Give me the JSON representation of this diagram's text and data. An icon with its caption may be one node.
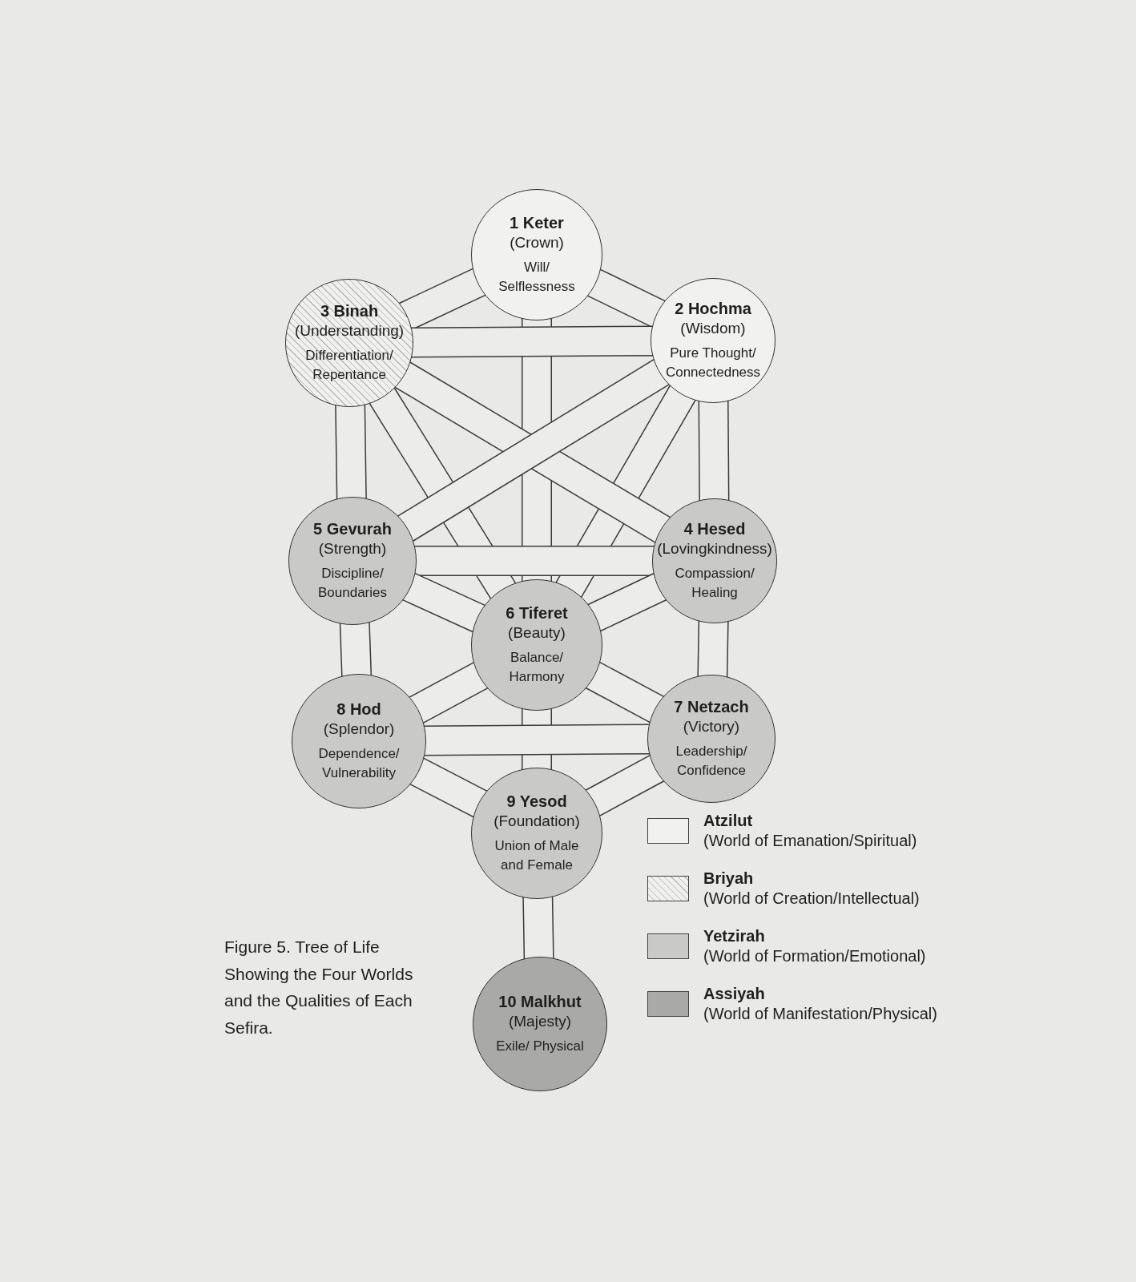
{
  "diagram": {
    "nodes": [
      {
        "text": [
          "1 Keter",
          "(Crown)",
          "Will/ Selflessness"
        ]
      },
      {
        "text": [
          "3 Binah",
          "(Understanding)",
          "Differentiation/ Repentance"
        ]
      },
      {
        "text": [
          "2 Hochma",
          "(Wisdom)",
          "Pure Thought/ Connectedness"
        ]
      },
      {
        "text": [
          "5 Gevurah",
          "(Strength)",
          "Discipline/ Boundaries"
        ]
      },
      {
        "text": [
          "4 Hesed",
          "(Lovingkindness)",
          "Compassion/ Healing"
        ]
      },
      {
        "text": [
          "6 Tiferet",
          "(Beauty)",
          "Balance/ Harmony"
        ]
      },
      {
        "text": [
          "8 Hod",
          "(Splendor)",
          "Dependence/ Vulnerability"
        ]
      },
      {
        "text": [
          "7 Netzach",
          "(Victory)",
          "Leadership/ Confidence"
        ]
      },
      {
        "text": [
          "9 Yesod",
          "(Foundation)",
          "Union of Male and Female"
        ]
      },
      {
        "text": [
          "10 Malkhut",
          "(Majesty)",
          "Exile/ Physical"
        ]
      }
    ],
    "edges": [
      {
        "from": 0,
        "to": 1,
        "arrow": "none"
      },
      {
        "from": 0,
        "to": 2,
        "arrow": "none"
      },
      {
        "from": 0,
        "to": 5,
        "arrow": "none"
      },
      {
        "from": 1,
        "to": 2,
        "arrow": "none"
      },
      {
        "from": 1,
        "to": 3,
        "arrow": "none"
      },
      {
        "from": 2,
        "to": 4,
        "arrow": "none"
      },
      {
        "from": 1,
        "to": 5,
        "arrow": "none"
      },
      {
        "from": 2,
        "to": 5,
        "arrow": "none"
      },
      {
        "from": 1,
        "to": 4,
        "arrow": "none"
      },
      {
        "from": 2,
        "to": 3,
        "arrow": "none"
      },
      {
        "from": 3,
        "to": 4,
        "arrow": "none"
      },
      {
        "from": 3,
        "to": 5,
        "arrow": "none"
      },
      {
        "from": 4,
        "to": 5,
        "arrow": "none"
      },
      {
        "from": 3,
        "to": 6,
        "arrow": "none"
      },
      {
        "from": 4,
        "to": 7,
        "arrow": "none"
      },
      {
        "from": 5,
        "to": 6,
        "arrow": "none"
      },
      {
        "from": 5,
        "to": 7,
        "arrow": "none"
      },
      {
        "from": 5,
        "to": 8,
        "arrow": "none"
      },
      {
        "from": 6,
        "to": 7,
        "arrow": "none"
      },
      {
        "from": 6,
        "to": 8,
        "arrow": "none"
      },
      {
        "from": 7,
        "to": 8,
        "arrow": "none"
      },
      {
        "from": 8,
        "to": 9,
        "arrow": "none"
      }
    ],
    "caption": "Figure 5. Tree of Life Showing the Four Worlds and the Qualities of Each Sefira.",
    "legend": [
      {
        "text": "**Atzilut** (World of Emanation/Spiritual)",
        "color": "#f1f1ef"
      },
      {
        "text": "**Briyah** (World of Creation/Intellectual)"
      },
      {
        "text": "**Yetzirah** (World of Formation/Emotional)",
        "color": "#c9c9c7"
      },
      {
        "text": "**Assiyah** (World of Manifestation/Physical)",
        "color": "#a9a9a7"
      }
    ]
  }
}
